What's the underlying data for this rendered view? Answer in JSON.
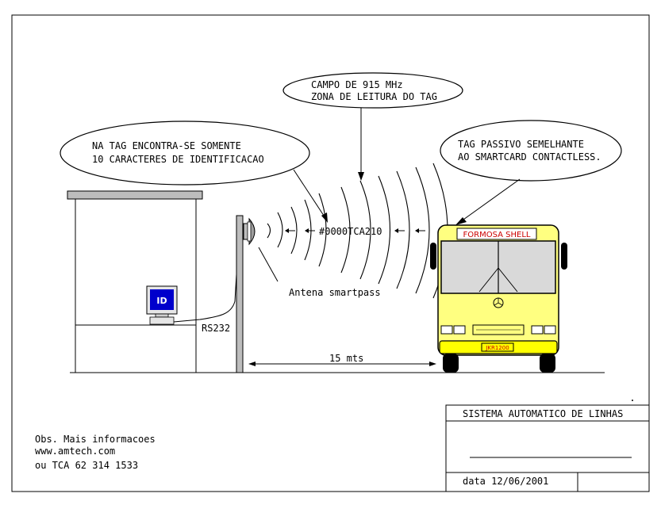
{
  "callouts": {
    "field_line1": "CAMPO DE 915 MHz",
    "field_line2": "ZONA DE LEITURA DO TAG",
    "tag_line1": "NA TAG ENCONTRA-SE SOMENTE",
    "tag_line2": "10 CARACTERES DE IDENTIFICACAO",
    "passive_line1": "TAG PASSIVO SEMELHANTE",
    "passive_line2": "AO SMARTCARD CONTACTLESS."
  },
  "tag_code": "#0000TCA210",
  "antenna_label": "Antena smartpass",
  "rs232_label": "RS232",
  "monitor_label": "ID",
  "distance_label": "15 mts",
  "bus": {
    "destination": "FORMOSA SHELL",
    "plate": "JKR1200"
  },
  "notes": {
    "line1": "Obs. Mais informacoes",
    "line2": "www.amtech.com",
    "line3": "ou TCA 62 314 1533"
  },
  "title_block": {
    "title": "SISTEMA AUTOMATICO DE LINHAS",
    "date": "data 12/06/2001"
  },
  "colors": {
    "bus_yellow": "#ffff80",
    "bus_red_text": "#cc0000",
    "monitor_blue": "#0000cc",
    "wall_gray": "#bdbdbd"
  }
}
